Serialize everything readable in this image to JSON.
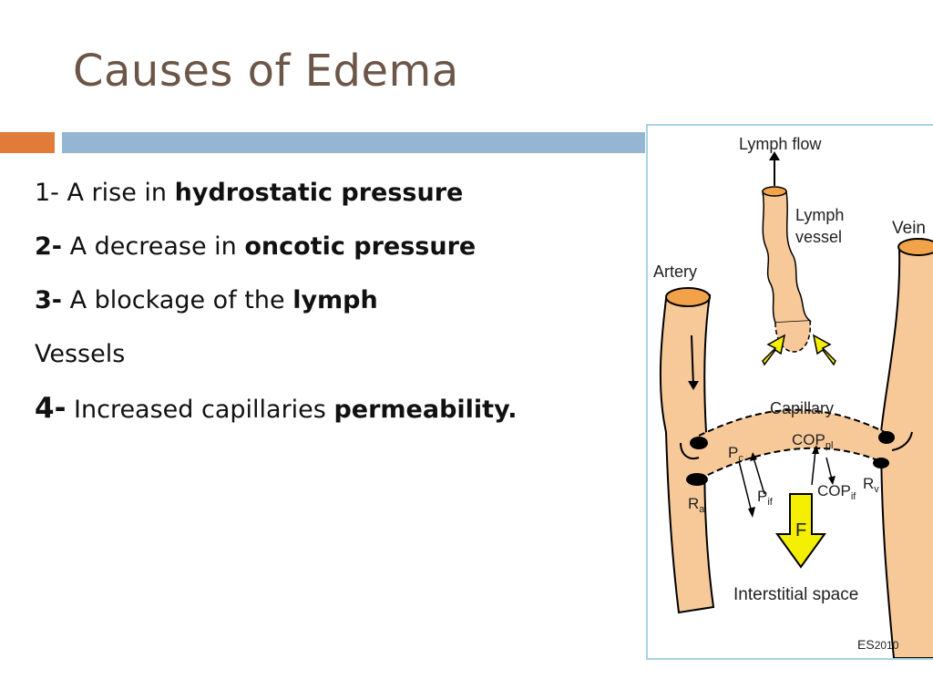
{
  "slide": {
    "title": "Causes of Edema"
  },
  "bullets": [
    {
      "num": "1-",
      "text": " A rise in ",
      "bold": "hydrostatic pressure"
    },
    {
      "num": "2-",
      "text": " A decrease in ",
      "bold": "oncotic pressure"
    },
    {
      "num": "3-",
      "text": " A blockage of the ",
      "bold": "lymph"
    },
    {
      "text": "Vessels"
    },
    {
      "num": "4-",
      "text": " Increased capillaries ",
      "bold": "permeability."
    }
  ],
  "figure": {
    "lymph_flow": "Lymph flow",
    "lymph_vessel_1": "Lymph",
    "lymph_vessel_2": "vessel",
    "vein": "Vein",
    "artery": "Artery",
    "capillary": "Capillary",
    "cop": "COP",
    "pl_sub": "pl",
    "p": "P",
    "c_sub": "c",
    "if_sub": "if",
    "r": "R",
    "a_sub": "a",
    "v_sub": "v",
    "f": "F",
    "interstitial": "Interstitial space",
    "credit_es": "ES",
    "credit_year": "2010",
    "colors": {
      "vessel": "#f7c999",
      "vessel_top": "#f2a34a",
      "arrow_yellow": "#f4ee00"
    }
  }
}
